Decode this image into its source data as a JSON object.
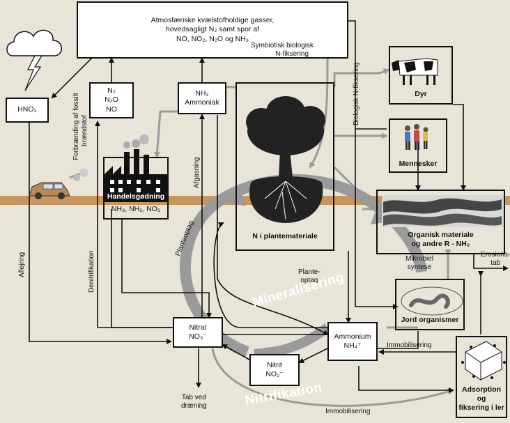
{
  "boxes": {
    "atmosphere": [
      "Atmosfæriske kvælstofholdige gasser,",
      "hovedsagligt N₂ samt spor af",
      "NO, NO₂, N₂O og NH₃"
    ],
    "hno3": "HNO₃",
    "n2_group": [
      "N₂",
      "N₂O",
      "NO"
    ],
    "ammoniak": [
      "NH₃",
      "Ammoniak"
    ],
    "handelsgodning_title": "Handelsgødning",
    "handelsgodning_formula": "NH₃, NH₂, NO₃",
    "plant": "N i plantemateriale",
    "dyr": "Dyr",
    "mennesker": "Mennesker",
    "organisk": [
      "Organisk materiale",
      "og andre R - NH₂"
    ],
    "jord": "Jord organismer",
    "nitrat": [
      "Nitrat",
      "NO₃⁻"
    ],
    "ammonium": [
      "Ammonium",
      "NH₄⁺"
    ],
    "nitrit": [
      "Nitrit",
      "NO₂⁻"
    ],
    "adsorption": [
      "Adsorption og",
      "fiksering i ler"
    ]
  },
  "labels": {
    "symbiotisk": [
      "Symbiotisk biologisk",
      "N-fiksering"
    ],
    "biologisk": "Biologisk N-fiksering",
    "forbraending": [
      "Forbrænding af fossilt",
      "brændstof"
    ],
    "afgasning": "Afgasning",
    "planteoptag_left": "Planteoptag",
    "planteoptag_mid": [
      "Plante-",
      "optag"
    ],
    "mikrobiel": [
      "Mikrobiel",
      "syntese"
    ],
    "erosion": [
      "Erosions-",
      "tab"
    ],
    "afleijring": "Aflejring",
    "denitrifikation": "Denitrifikation",
    "immobilisering_1": "Immobilisering",
    "immobilisering_2": "Immobilisering",
    "tab": [
      "Tab ved",
      "dræning"
    ],
    "mineralisering": "Mineralisering",
    "nitrifikation": "Nitrifikation"
  },
  "colors": {
    "background": "#e8e4d8",
    "soil": "#c8955e",
    "grey_arrow": "#9a9a9a",
    "black_arrow": "#111111"
  },
  "icons": [
    "cloud-lightning-icon",
    "car-icon",
    "factory-icon",
    "tree-icon",
    "cow-icon",
    "people-icon",
    "soil-matter-icon",
    "worm-icon",
    "clay-crystal-icon"
  ]
}
